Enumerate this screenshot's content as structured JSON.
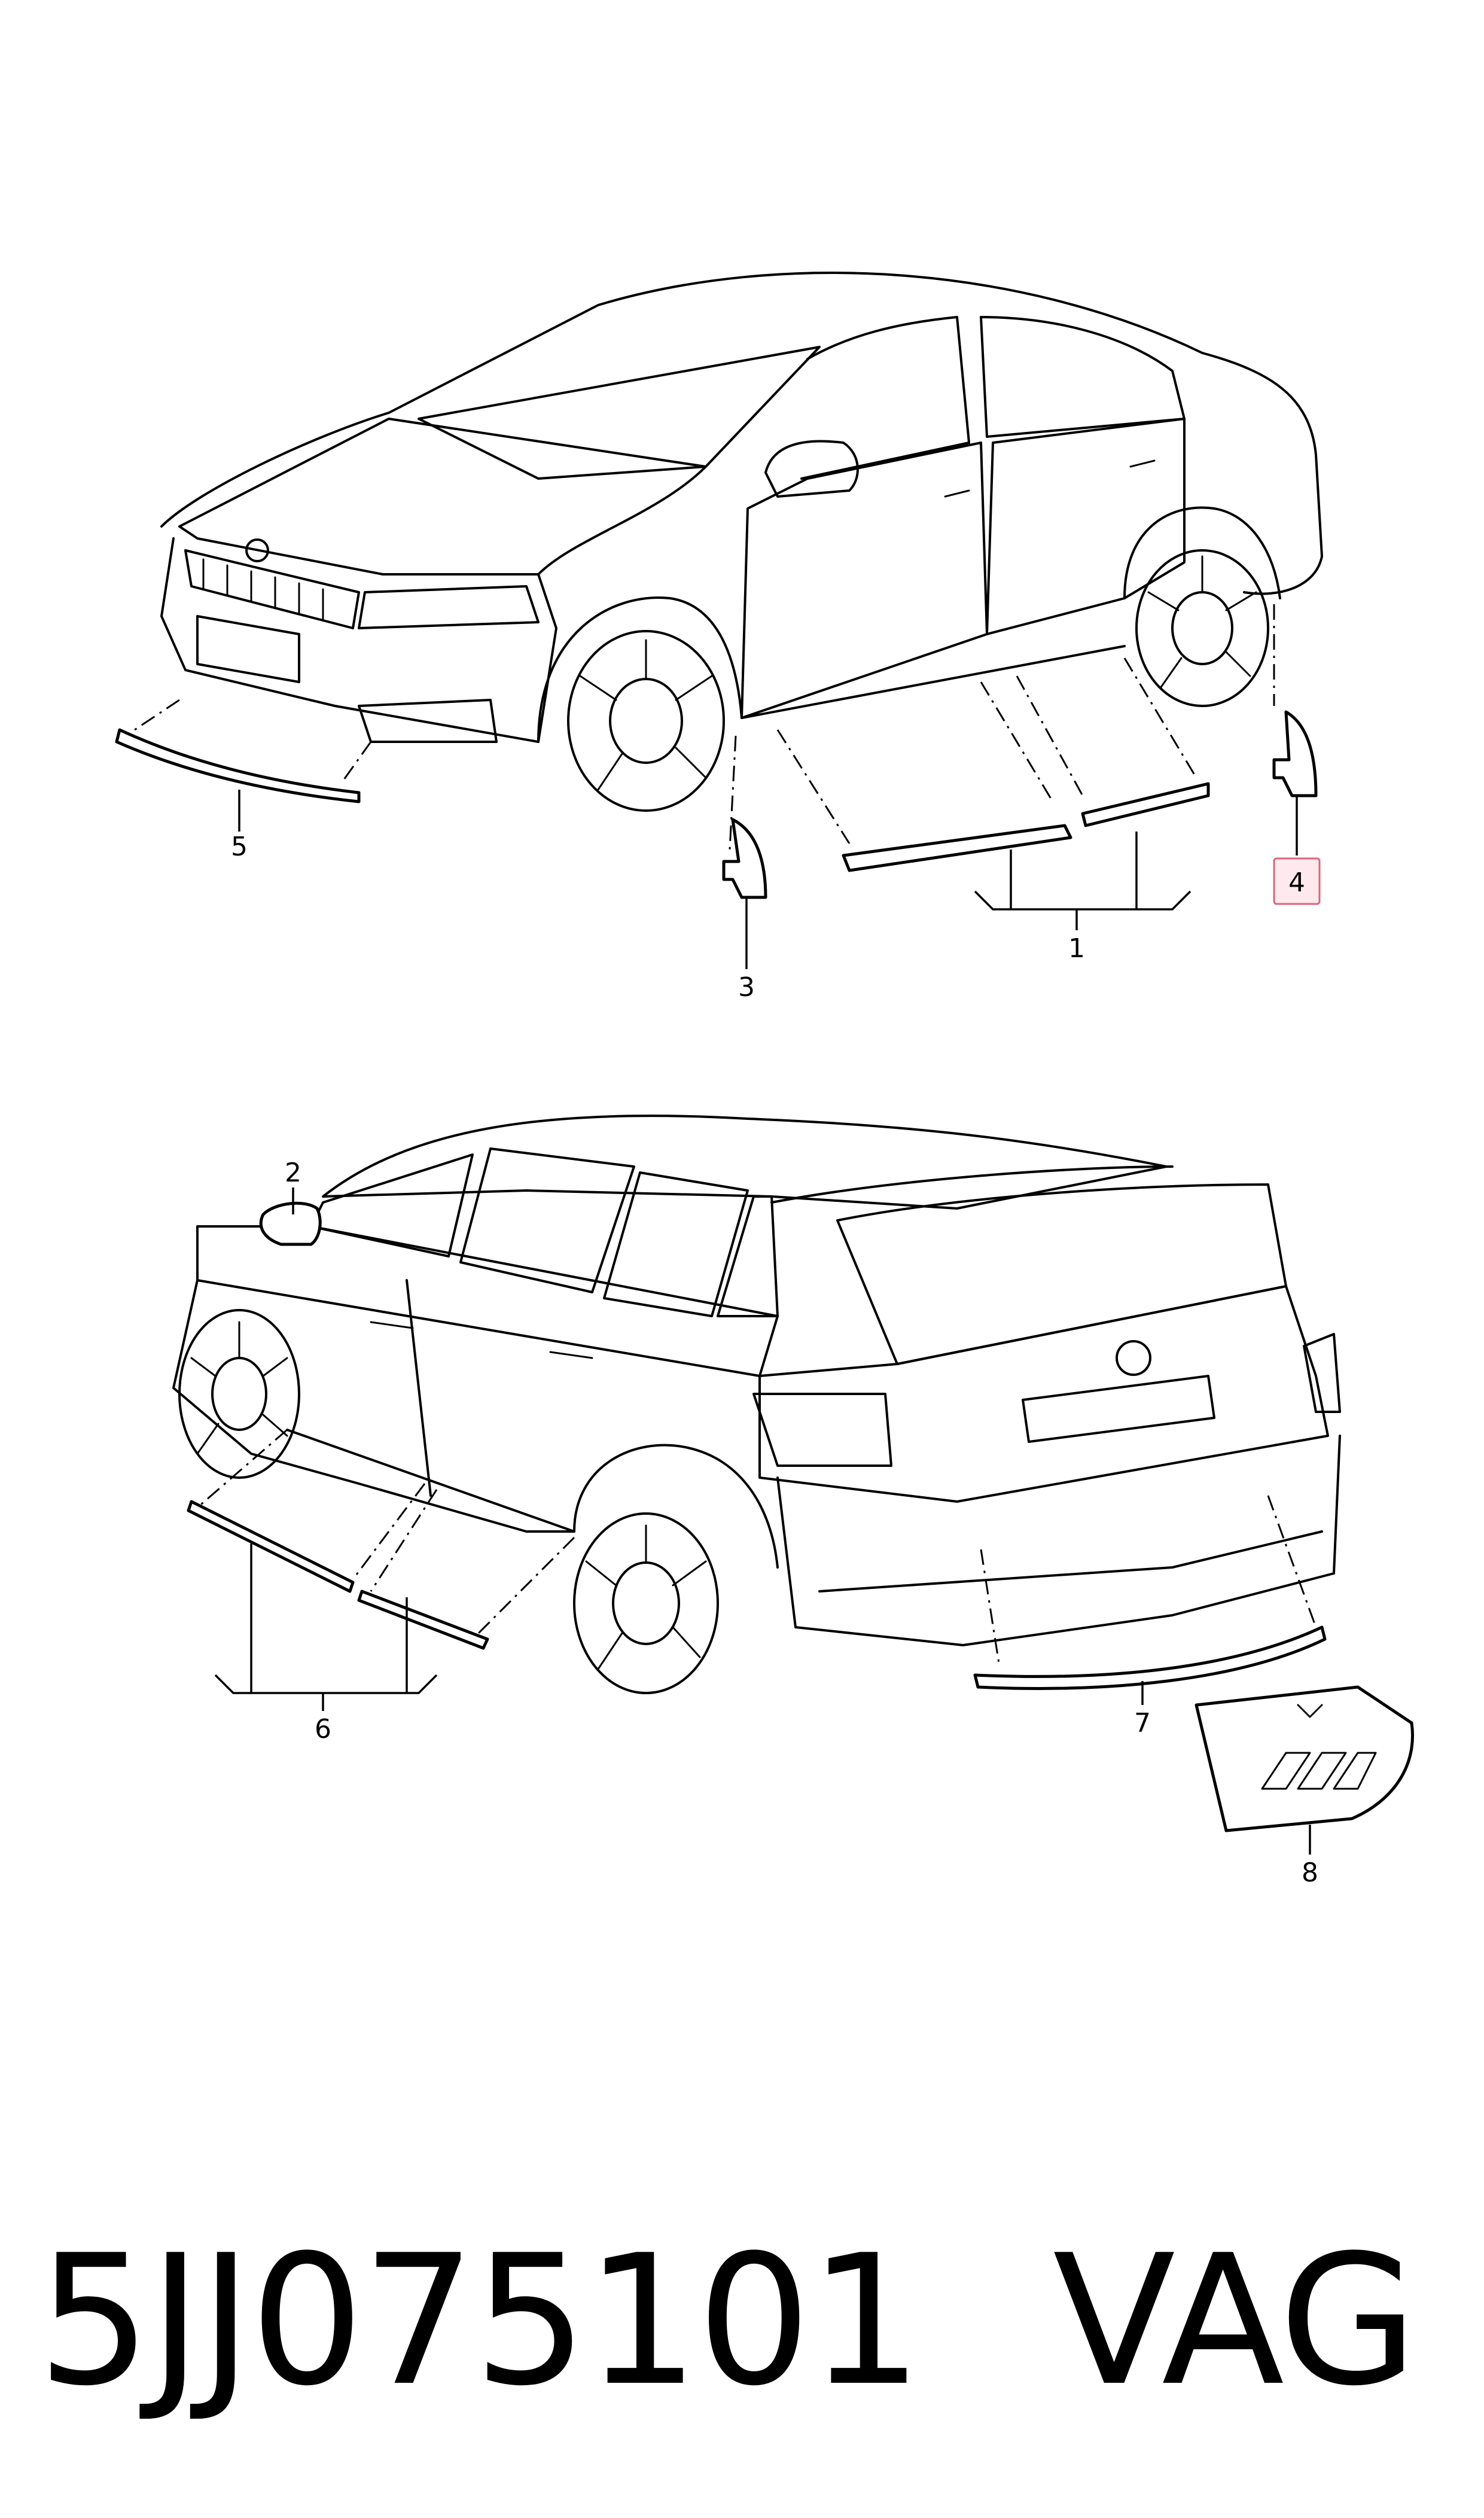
{
  "diagram": {
    "callouts": {
      "c1": "1",
      "c2": "2",
      "c3": "3",
      "c4": "4",
      "c5": "5",
      "c6": "6",
      "c7": "7",
      "c8": "8"
    },
    "highlighted_callout": "4",
    "highlight_color": "#d9657e"
  },
  "footer": {
    "part_number": "5JJ075101",
    "brand": "VAG"
  }
}
